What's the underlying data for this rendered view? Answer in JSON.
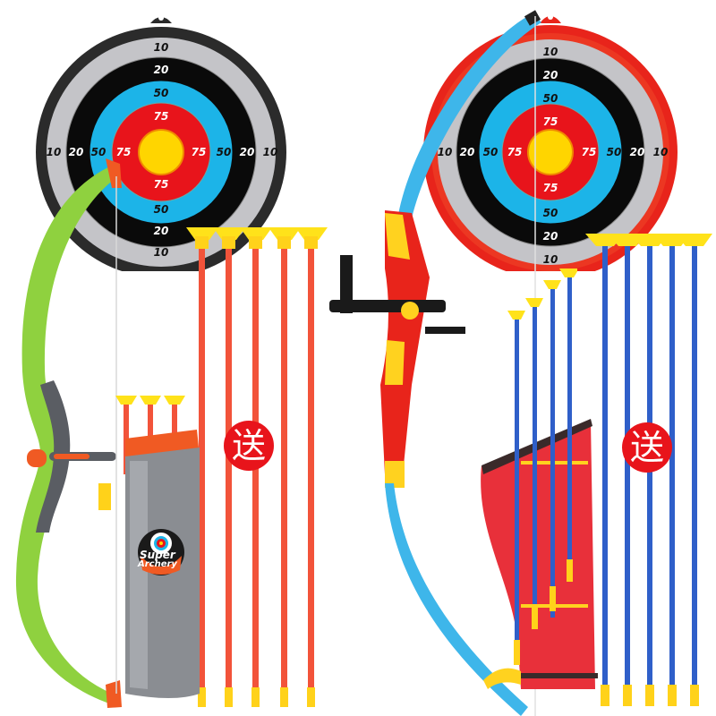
{
  "scene": {
    "description": "Two children's toy archery sets with suction-cup arrows, targets and quivers",
    "background": "#ffffff"
  },
  "left_set": {
    "target": {
      "rim_color": "#2a2a2a",
      "rings": [
        {
          "label": "10",
          "color": "#c4c4c8",
          "text_color": "#111111"
        },
        {
          "label": "20",
          "color": "#0a0a0a",
          "text_color": "#ffffff"
        },
        {
          "label": "50",
          "color": "#1cb4e8",
          "text_color": "#111111"
        },
        {
          "label": "75",
          "color": "#e8141b",
          "text_color": "#ffffff"
        },
        {
          "label": "",
          "color": "#ffd500",
          "text_color": ""
        }
      ]
    },
    "bow_colors": {
      "limb": "#8fd13f",
      "riser": "#5a5d63",
      "accent": "#f05a23"
    },
    "quiver": {
      "color": "#8a8d92",
      "logo_line1": "Super",
      "logo_line2": "Archery"
    },
    "gift_badge": {
      "label": "送",
      "color": "#e8141b"
    },
    "arrow_colors": {
      "shaft": "#f2533a",
      "cup": "#ffe21a"
    }
  },
  "right_set": {
    "target": {
      "rim_color": "#e8241b",
      "rings": [
        {
          "label": "10",
          "color": "#c4c4c8",
          "text_color": "#111111"
        },
        {
          "label": "20",
          "color": "#0a0a0a",
          "text_color": "#ffffff"
        },
        {
          "label": "50",
          "color": "#1cb4e8",
          "text_color": "#111111"
        },
        {
          "label": "75",
          "color": "#e8141b",
          "text_color": "#ffffff"
        },
        {
          "label": "",
          "color": "#ffd500",
          "text_color": ""
        }
      ]
    },
    "bow_colors": {
      "limb": "#3eb6ea",
      "riser": "#e8241b",
      "accent": "#ffd21f"
    },
    "quiver": {
      "color": "#e8303a"
    },
    "gift_badge": {
      "label": "送",
      "color": "#e8141b"
    },
    "arrow_colors": {
      "shaft": "#2f5fc9",
      "cup": "#ffe21a"
    }
  }
}
